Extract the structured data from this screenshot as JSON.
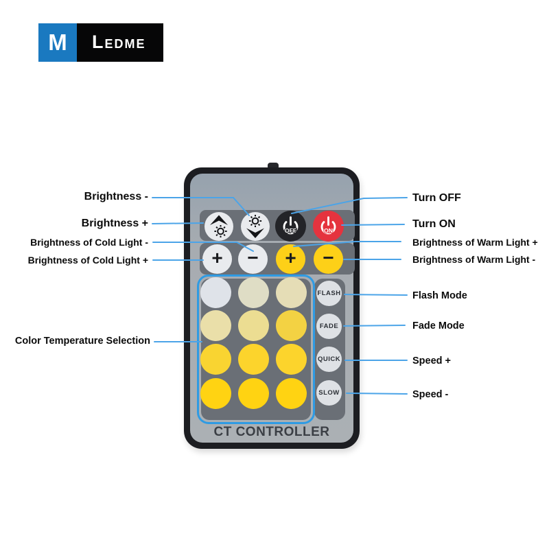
{
  "logo": {
    "monogram": "M",
    "brand": "LEDME"
  },
  "callouts": {
    "brightness_minus": "Brightness -",
    "brightness_plus": "Brightness +",
    "cold_light_minus": "Brightness of Cold Light -",
    "cold_light_plus": "Brightness of Cold Light +",
    "color_temp": "Color Temperature Selection",
    "turn_off": "Turn OFF",
    "turn_on": "Turn ON",
    "warm_light_plus": "Brightness of Warm Light +",
    "warm_light_minus": "Brightness of Warm Light -",
    "flash_mode": "Flash Mode",
    "fade_mode": "Fade Mode",
    "speed_plus": "Speed +",
    "speed_minus": "Speed -"
  },
  "remote": {
    "title": "CT CONTROLLER",
    "off": "OFF",
    "on": "ON",
    "cold_plus": "+",
    "cold_minus": "−",
    "warm_plus": "+",
    "warm_minus": "−",
    "modes": [
      "FLASH",
      "FADE",
      "QUICK",
      "SLOW"
    ],
    "color_temp_swatches": [
      "#dfe3e9",
      "#dfddc5",
      "#e5ddb6",
      "#eadfa9",
      "#ecdd92",
      "#f3d243",
      "#f9d431",
      "#fcd42c",
      "#fcd42c",
      "#ffd312",
      "#ffd312",
      "#ffd312"
    ]
  },
  "colors": {
    "annotation_line": "#4ba4e8",
    "selection_box": "#2f9be3",
    "logo_blue": "#1a79c0",
    "off_button_black": "#232428",
    "on_button_red": "#e5333e",
    "warm_button_yellow": "#fdd018",
    "remote_panel": "#6a6f76"
  }
}
